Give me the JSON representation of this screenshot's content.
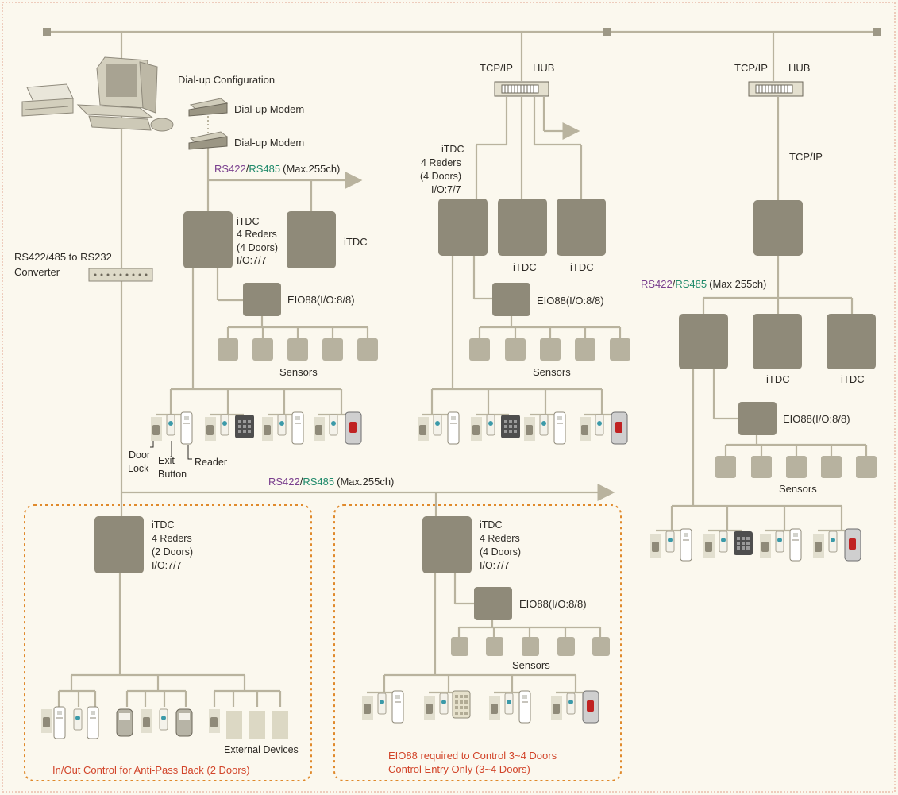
{
  "labels": {
    "dialup_config": "Dial-up Configuration",
    "dialup_modem_1": "Dial-up Modem",
    "dialup_modem_2": "Dial-up Modem",
    "converter_1": "RS422/485 to RS232",
    "converter_2": "Converter",
    "tcpip": "TCP/IP",
    "hub": "HUB",
    "rs422": "RS422",
    "slash": "/",
    "rs485": "RS485",
    "max255_dot": "(Max.255ch)",
    "max255_space": "(Max 255ch)",
    "itdc": "iTDC",
    "four_reders": "4 Reders",
    "four_doors": "(4 Doors)",
    "two_doors": "(2 Doors)",
    "io77": "I/O:7/7",
    "eio88": "EIO88(I/O:8/8)",
    "sensors": "Sensors",
    "door": "Door",
    "lock": "Lock",
    "exit": "Exit",
    "button": "Button",
    "reader": "Reader",
    "external_devices": "External Devices",
    "anti_pass_back": "In/Out Control for Anti-Pass Back (2 Doors)",
    "eio_required": "EIO88 required to Control 3~4 Doors",
    "control_entry": "Control Entry Only (3~4 Doors)"
  },
  "icons": [
    "computer-icon",
    "printer-icon",
    "modem-icon",
    "hub-icon",
    "converter-icon",
    "door-lock-icon",
    "exit-button-icon",
    "card-reader-icon",
    "keypad-reader-icon",
    "fingerprint-reader-icon"
  ],
  "colors": {
    "background": "#fbf8ee",
    "line": "#b9b39e",
    "controller": "#8f8a79",
    "sensor": "#b7b29f",
    "rs422": "#7a3f8e",
    "rs485": "#1f8a6a",
    "note": "#d2452a",
    "group_border": "#e08a2c"
  }
}
